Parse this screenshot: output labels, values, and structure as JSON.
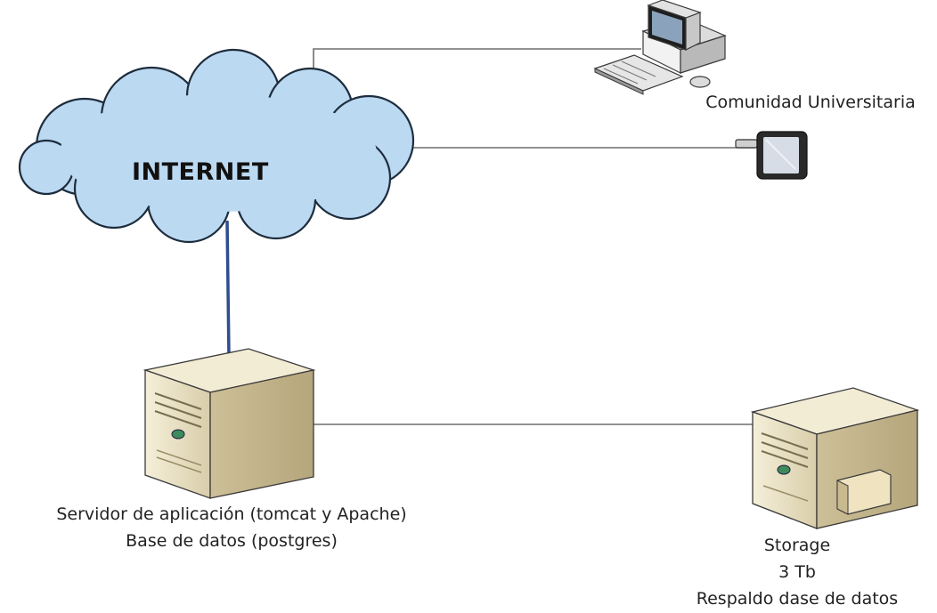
{
  "cloud": {
    "label": "INTERNET"
  },
  "nodes": {
    "community": {
      "label": "Comunidad Universitaria"
    },
    "app_server": {
      "line1": "Servidor de aplicación (tomcat y Apache)",
      "line2": "Base de datos (postgres)"
    },
    "storage": {
      "line1": "Storage",
      "line2": "3 Tb",
      "line3": "Respaldo dase de datos"
    }
  },
  "colors": {
    "cloud_fill": "#bcd9f2",
    "cloud_stroke": "#1d2d3d",
    "uplink": "#2f4d8f",
    "link": "#6e6e6e",
    "server_body": "#e9e0c4"
  },
  "icons": {
    "computer": "desktop-computer-icon",
    "tablet": "tablet-icon",
    "app_server": "tower-server-icon",
    "storage": "storage-server-icon"
  }
}
